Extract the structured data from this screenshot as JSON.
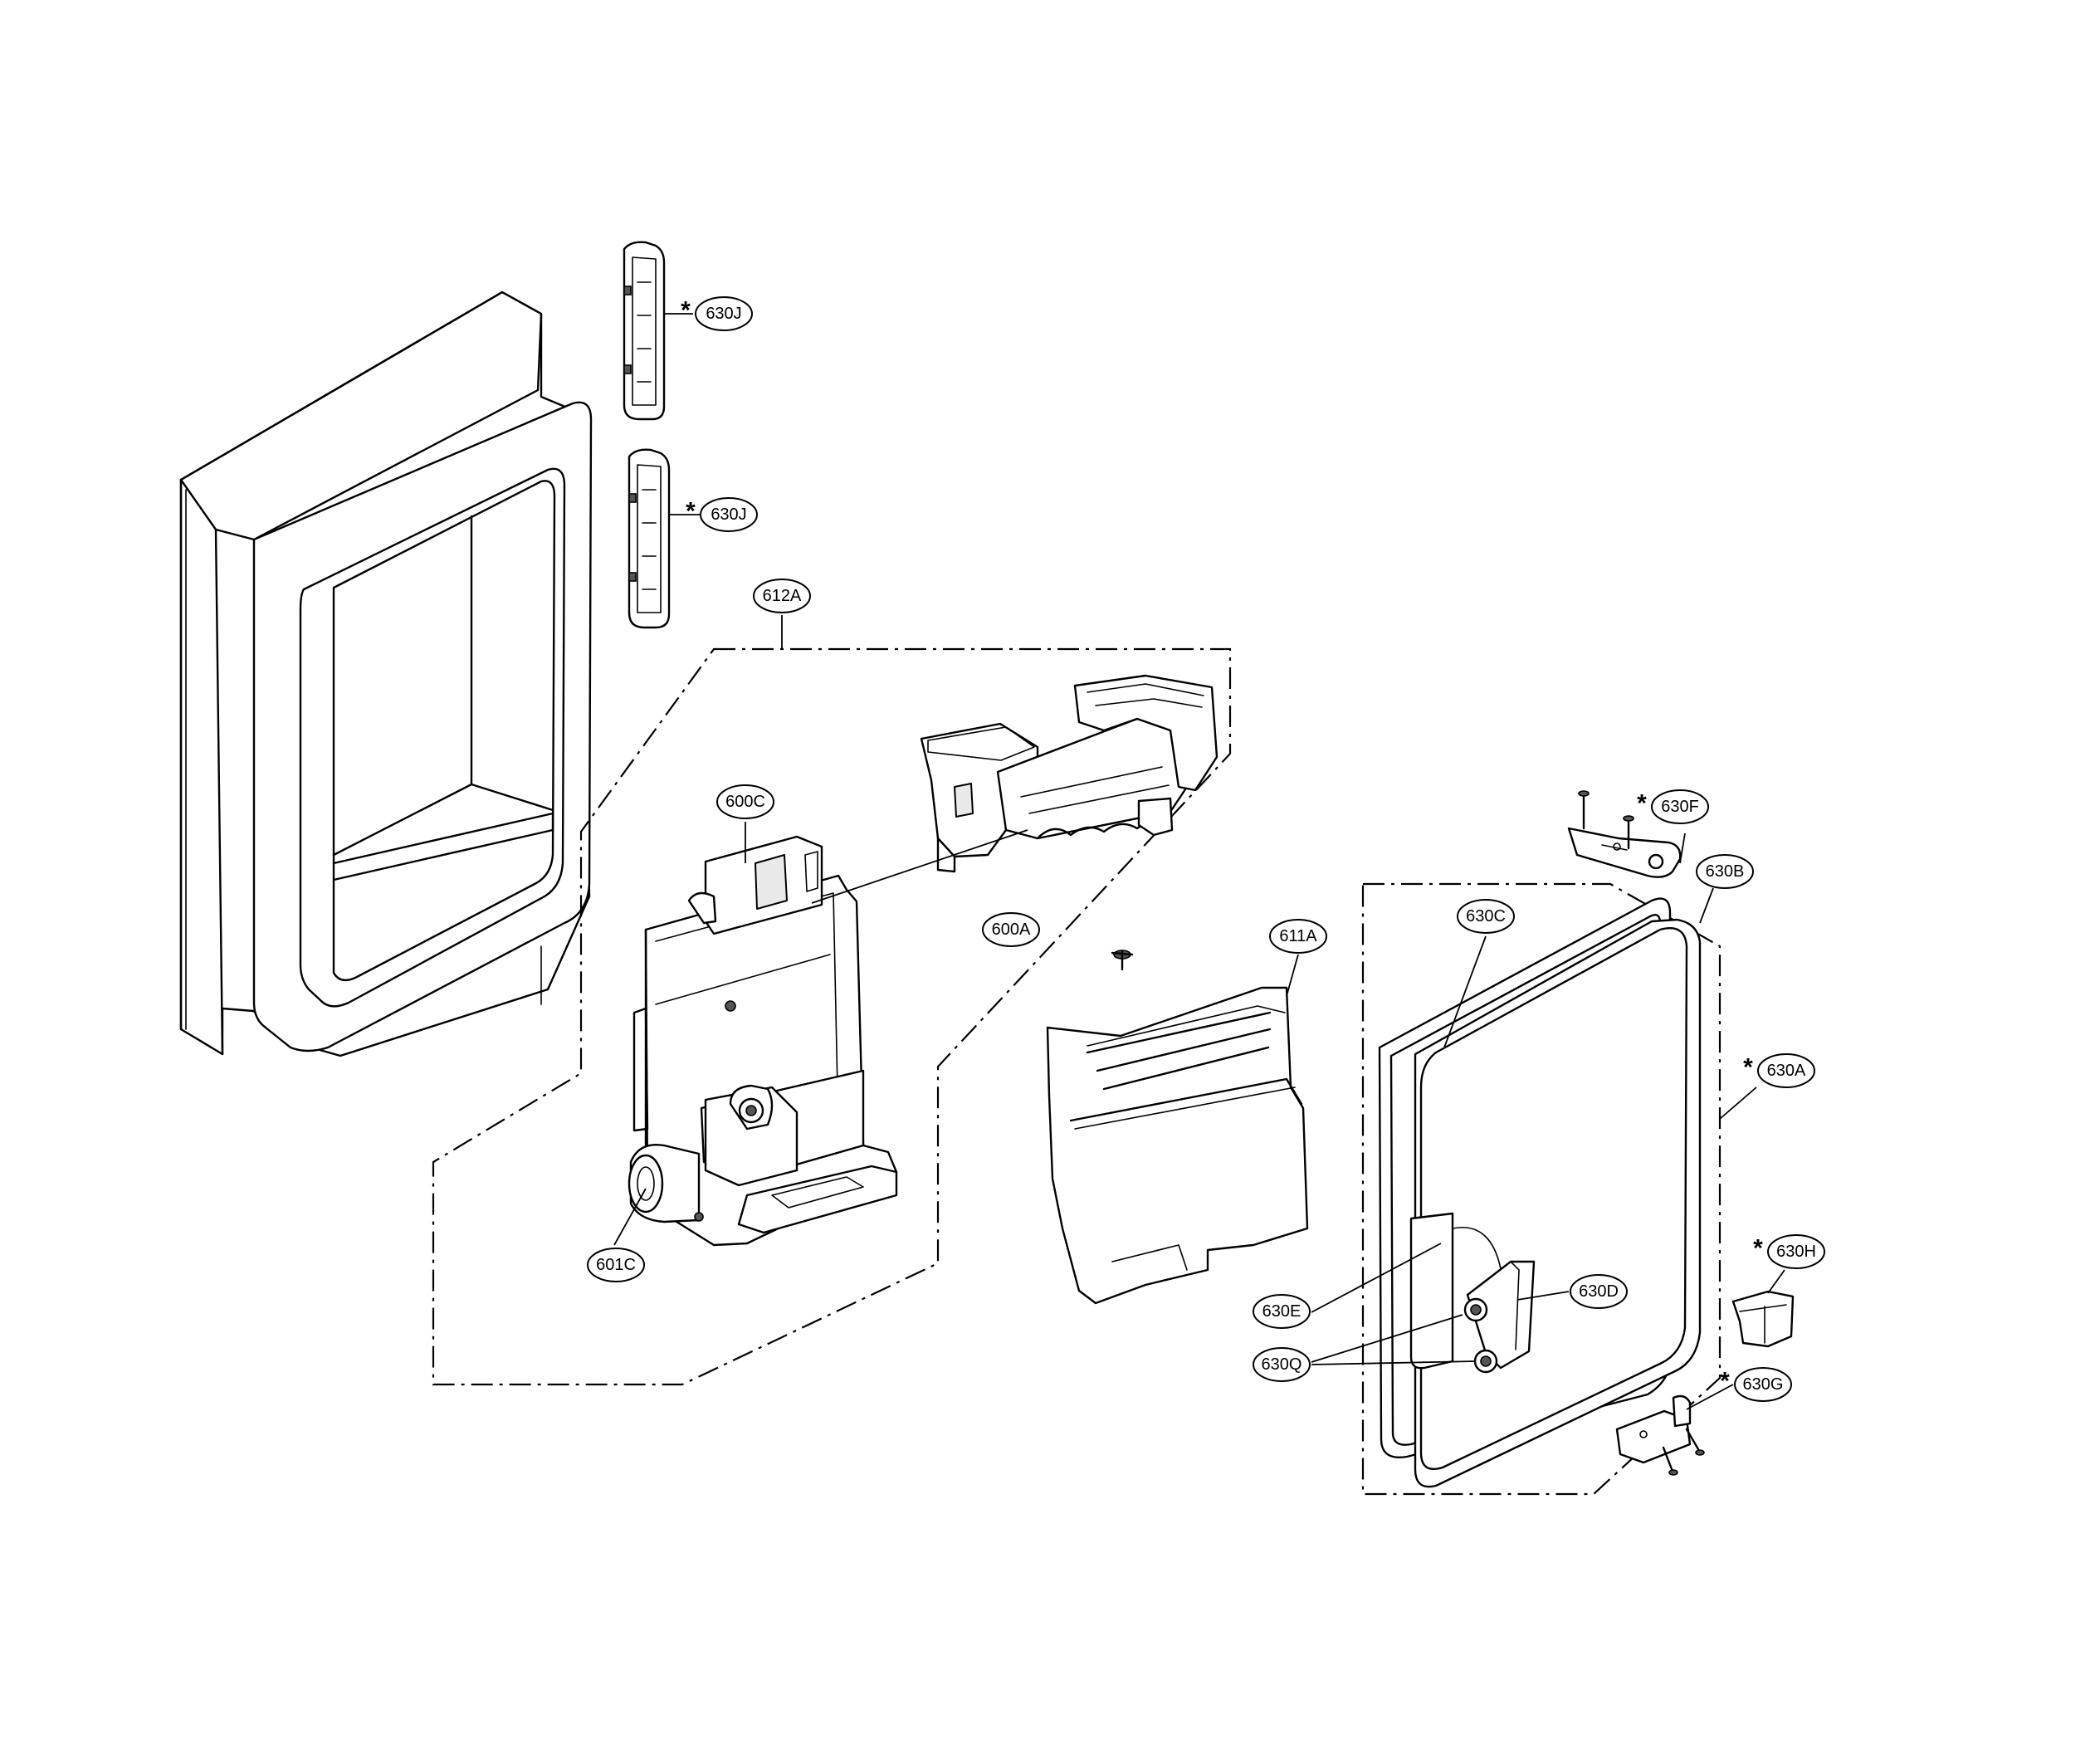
{
  "callouts": [
    {
      "id": "630J-upper",
      "label": "630J",
      "starred": true
    },
    {
      "id": "630J-lower",
      "label": "630J",
      "starred": true
    },
    {
      "id": "612A",
      "label": "612A",
      "starred": false
    },
    {
      "id": "600C",
      "label": "600C",
      "starred": false
    },
    {
      "id": "600A",
      "label": "600A",
      "starred": false
    },
    {
      "id": "601C",
      "label": "601C",
      "starred": false
    },
    {
      "id": "611A",
      "label": "611A",
      "starred": false
    },
    {
      "id": "630F",
      "label": "630F",
      "starred": true
    },
    {
      "id": "630B",
      "label": "630B",
      "starred": false
    },
    {
      "id": "630C",
      "label": "630C",
      "starred": false
    },
    {
      "id": "630A",
      "label": "630A",
      "starred": true
    },
    {
      "id": "630H",
      "label": "630H",
      "starred": true
    },
    {
      "id": "630D",
      "label": "630D",
      "starred": false
    },
    {
      "id": "630E",
      "label": "630E",
      "starred": false
    },
    {
      "id": "630Q",
      "label": "630Q",
      "starred": false
    },
    {
      "id": "630G",
      "label": "630G",
      "starred": true
    }
  ],
  "star_symbol": "*"
}
